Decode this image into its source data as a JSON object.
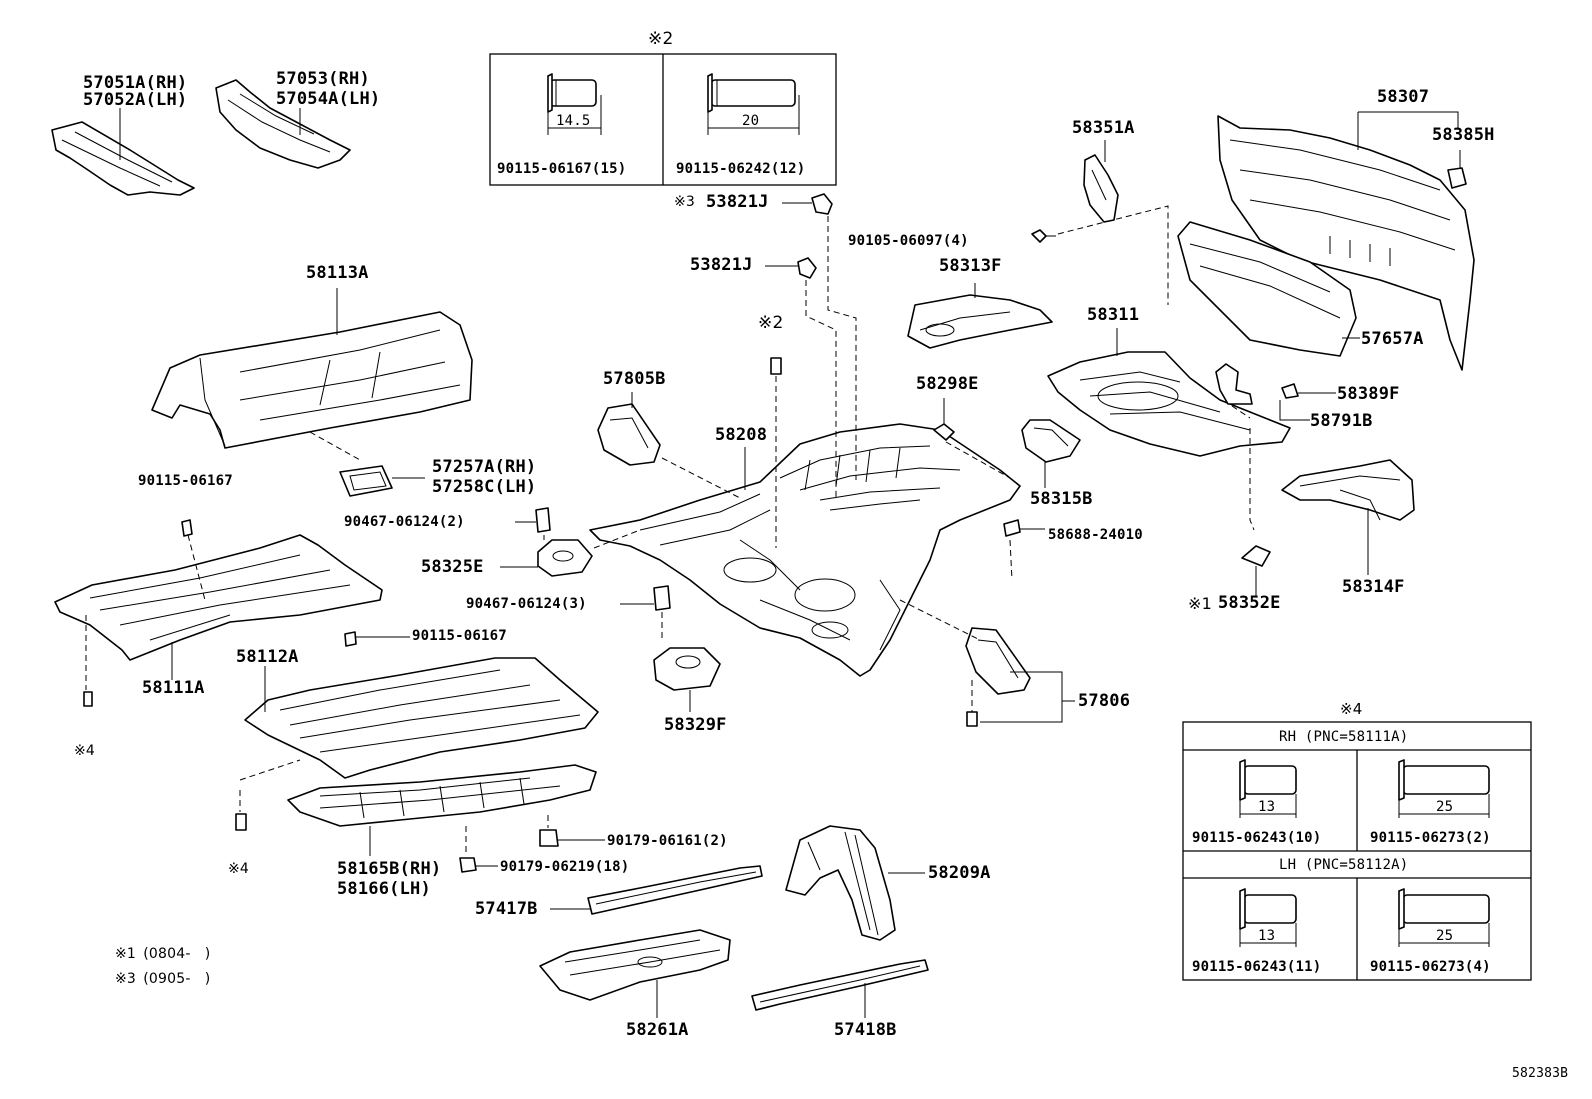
{
  "diagram_code": "582383B",
  "notes": {
    "n1": "※1 (0804- )",
    "n3": "※3 (0905- )"
  },
  "inset_top": {
    "mark": "※2",
    "left_dim": "14.5",
    "left_part": "90115-06167(15)",
    "right_dim": "20",
    "right_part": "90115-06242(12)"
  },
  "inset_bottom": {
    "mark": "※4",
    "rh_header": "RH (PNC=58111A)",
    "lh_header": "LH (PNC=58112A)",
    "rh_left_dim": "13",
    "rh_left_part": "90115-06243(10)",
    "rh_right_dim": "25",
    "rh_right_part": "90115-06273(2)",
    "lh_left_dim": "13",
    "lh_left_part": "90115-06243(11)",
    "lh_right_dim": "25",
    "lh_right_part": "90115-06273(4)"
  },
  "labels": {
    "p57051a": "57051A(RH)",
    "p57052a": "57052A(LH)",
    "p57053": "57053(RH)",
    "p57054a": "57054A(LH)",
    "p58113a": "58113A",
    "p57257a": "57257A(RH)",
    "p57258c": "57258C(LH)",
    "p90115_06167_a": "90115-06167",
    "p90467_2": "90467-06124(2)",
    "p58325e": "58325E",
    "p90467_3": "90467-06124(3)",
    "p58111a": "58111A",
    "mark4_a": "※4",
    "p90115_06167_b": "90115-06167",
    "p58112a": "58112A",
    "p58329f": "58329F",
    "mark4_b": "※4",
    "p90179_06161": "90179-06161(2)",
    "p58165b": "58165B(RH)",
    "p58166": "58166(LH)",
    "p90179_06219": "90179-06219(18)",
    "p57417b": "57417B",
    "p58261a": "58261A",
    "p57418b": "57418B",
    "p58209a": "58209A",
    "p57806": "57806",
    "p57805b": "57805B",
    "p58208": "58208",
    "mark2_mid": "※2",
    "mark3": "※3",
    "p53821j_a": "53821J",
    "p53821j_b": "53821J",
    "p90105": "90105-06097(4)",
    "p58313f": "58313F",
    "p58351a": "58351A",
    "p58298e": "58298E",
    "p58311": "58311",
    "p58315b": "58315B",
    "p58688": "58688-24010",
    "p58307": "58307",
    "p58385h": "58385H",
    "p57657a": "57657A",
    "p58389f": "58389F",
    "p58791b": "58791B",
    "p58314f": "58314F",
    "mark1": "※1",
    "p58352e": "58352E"
  }
}
